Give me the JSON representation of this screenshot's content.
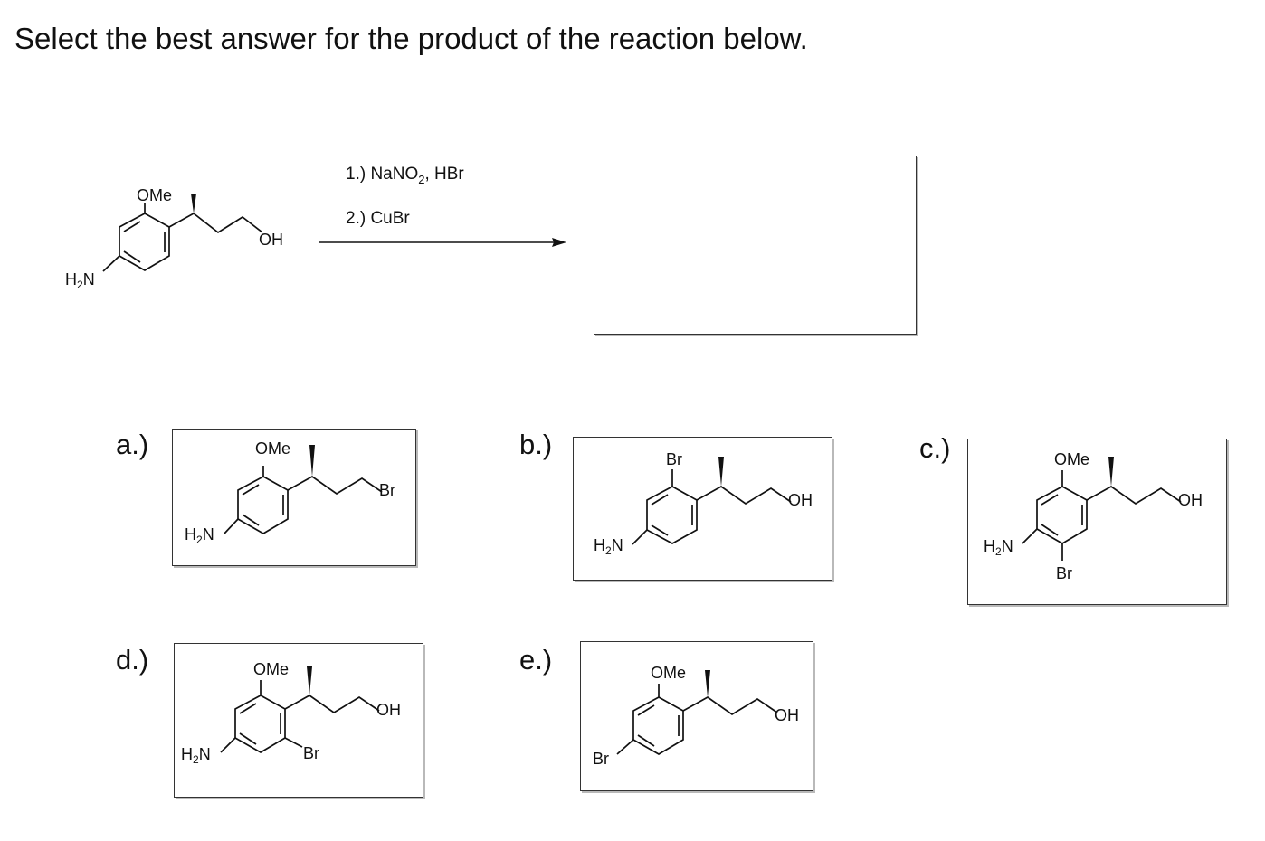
{
  "question": "Select the best answer for the product of the reaction below.",
  "reaction": {
    "reagent1": {
      "prefix": "1.) NaNO",
      "sub": "2",
      "suffix": ", HBr"
    },
    "reagent2": "2.) CuBr"
  },
  "atoms": {
    "ome": "OMe",
    "oh": "OH",
    "br": "Br",
    "h": "H",
    "two": "2",
    "n": "N"
  },
  "options": [
    {
      "id": "a",
      "label": "a.)"
    },
    {
      "id": "b",
      "label": "b.)"
    },
    {
      "id": "c",
      "label": "c.)"
    },
    {
      "id": "d",
      "label": "d.)"
    },
    {
      "id": "e",
      "label": "e.)"
    }
  ]
}
